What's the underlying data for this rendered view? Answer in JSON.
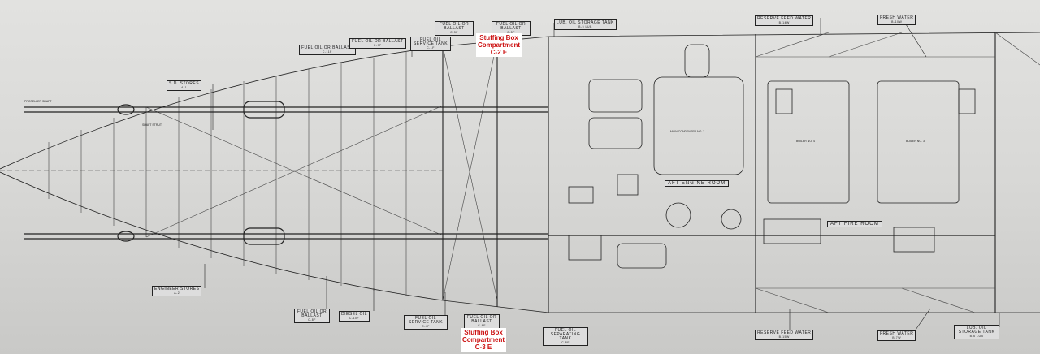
{
  "title": "Machinery arrangement plan",
  "top_labels": [
    {
      "text": "S.D. STORES",
      "sub": "A-1"
    },
    {
      "text": "FUEL OIL OR BALLAST",
      "sub": "C-11F"
    },
    {
      "text": "FUEL OIL OR BALLAST",
      "sub": "C-9F"
    },
    {
      "text": "FUEL OIL SERVICE TANK",
      "sub": "C-1F"
    },
    {
      "text": "FUEL OIL OR BALLAST",
      "sub": "C-3F"
    },
    {
      "text": "FUEL OIL OR BALLAST",
      "sub": "C-5F"
    },
    {
      "text": "LUB. OIL STORAGE TANK",
      "sub": "B-5 LUB"
    },
    {
      "text": "RESERVE FEED WATER",
      "sub": "B-14W"
    },
    {
      "text": "FRESH WATER",
      "sub": "B-10W"
    }
  ],
  "bottom_labels": [
    {
      "text": "ENGINEER STORES",
      "sub": "A-2"
    },
    {
      "text": "FUEL OIL OR BALLAST",
      "sub": "C-8F"
    },
    {
      "text": "DIESEL OIL",
      "sub": "C-10F"
    },
    {
      "text": "FUEL OIL SERVICE TANK",
      "sub": "C-4F"
    },
    {
      "text": "FUEL OIL OR BALLAST",
      "sub": "C-6F"
    },
    {
      "text": "FUEL OIL SEPARATING TANK",
      "sub": "C-8F"
    },
    {
      "text": "RESERVE FEED WATER",
      "sub": "B-15W"
    },
    {
      "text": "FRESH WATER",
      "sub": "B-7W"
    },
    {
      "text": "LUB. OIL STORAGE TANK",
      "sub": "B-6 LUB"
    }
  ],
  "rooms": {
    "engine": "AFT ENGINE ROOM",
    "fire": "AFT FIRE ROOM"
  },
  "equipment": {
    "condenser": "MAIN CONDENSER NO. 2",
    "boiler4": "BOILER NO. 4",
    "boiler3": "BOILER NO. 3",
    "strut": "SHAFT STRUT",
    "shaft": "PROPELLER SHAFT"
  },
  "annotations": [
    {
      "line1": "Stuffing Box",
      "line2": "Compartment",
      "line3": "C-2 E"
    },
    {
      "line1": "Stuffing Box",
      "line2": "Compartment",
      "line3": "C-3 E"
    }
  ]
}
